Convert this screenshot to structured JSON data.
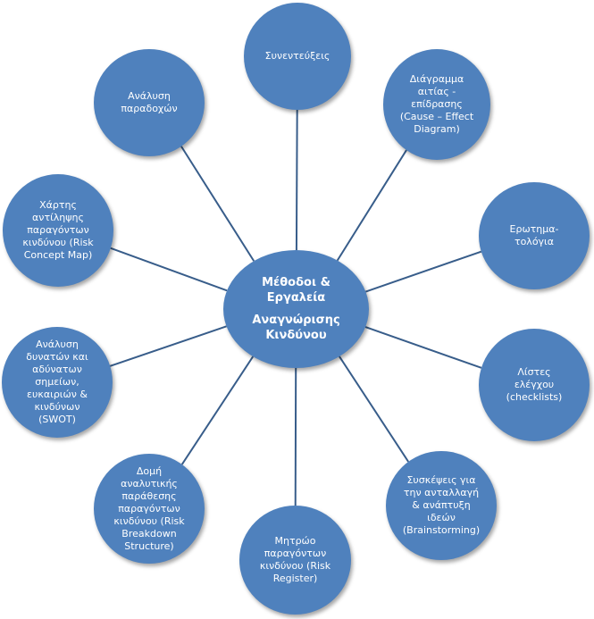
{
  "center": {
    "lines_top": [
      "Μέθοδοι &",
      "Εργαλεία"
    ],
    "lines_bottom": [
      "Αναγνώρισης",
      "Κινδύνου"
    ]
  },
  "nodes": [
    {
      "id": "interviews",
      "lines": [
        "Συνεντεύξεις"
      ]
    },
    {
      "id": "cause-effect",
      "lines": [
        "Διάγραμμα",
        "αιτίας -",
        "επίδρασης",
        "(Cause – Effect",
        "Diagram)"
      ]
    },
    {
      "id": "questionnaires",
      "lines": [
        "Ερωτημα-",
        "τολόγια"
      ]
    },
    {
      "id": "checklists",
      "lines": [
        "Λίστες",
        "ελέγχου",
        "(checklists)"
      ]
    },
    {
      "id": "brainstorming",
      "lines": [
        "Συσκέψεις για",
        "την ανταλλαγή",
        "& ανάπτυξη",
        "ιδεών",
        "(Brainstorming)"
      ]
    },
    {
      "id": "risk-register",
      "lines": [
        "Μητρώο",
        "παραγόντων",
        "κινδύνου (Risk",
        "Register)"
      ]
    },
    {
      "id": "risk-breakdown",
      "lines": [
        "Δομή",
        "αναλυτικής",
        "παράθεσης",
        "παραγόντων",
        "κινδύνου (Risk",
        "Breakdown",
        "Structure)"
      ]
    },
    {
      "id": "swot",
      "lines": [
        "Ανάλυση",
        "δυνατών και",
        "αδύνατων",
        "σημείων,",
        "ευκαιριών &",
        "κινδύνων",
        "(SWOT)"
      ]
    },
    {
      "id": "risk-concept-map",
      "lines": [
        "Χάρτης",
        "αντίληψης",
        "παραγόντων",
        "κινδύνου (Risk",
        "Concept Map)"
      ]
    },
    {
      "id": "assumptions",
      "lines": [
        "Ανάλυση",
        "παραδοχών"
      ]
    }
  ]
}
